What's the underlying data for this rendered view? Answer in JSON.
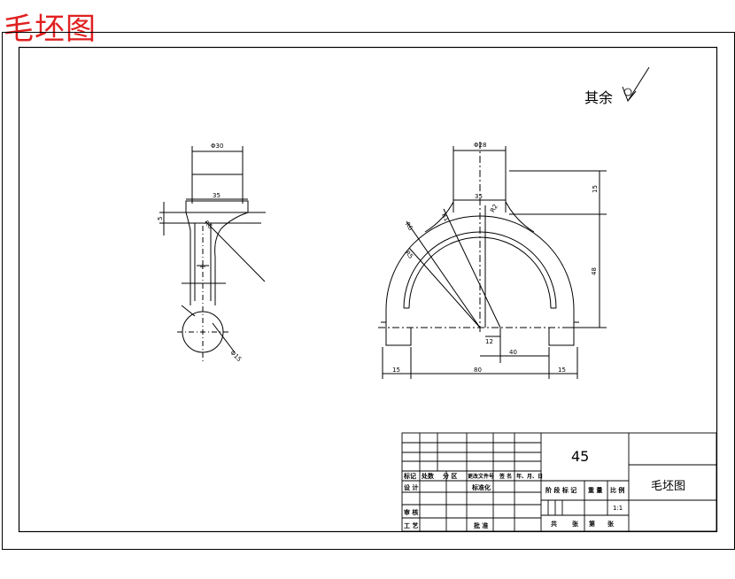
{
  "overlay_title": "毛坯图",
  "roughness_note": "其余",
  "left_view": {
    "dim_top": "Φ30",
    "dim_inner": "35",
    "dim_side": "5",
    "dim_radius": "R6",
    "dim_ball": "Φ15",
    "center_mark": "+"
  },
  "right_view": {
    "dim_top": "Φ28",
    "dim_inner": "35",
    "dim_r_outer": "R6",
    "dim_r_mid": "R5",
    "dim_r1": "R1",
    "dim_r2": "R2",
    "dim_right_top": "15",
    "dim_right_height": "48",
    "dim_offset": "12",
    "dim_half": "40",
    "dim_left": "15",
    "dim_total": "80",
    "dim_right": "15"
  },
  "title_block": {
    "material": "45",
    "drawing_name": "毛坯图",
    "scale": "1:1",
    "headers": [
      "标记",
      "处数",
      "分 区",
      "更改文件号",
      "签 名",
      "年、月、日"
    ],
    "design_label": "设 计",
    "standardization_label": "标准化",
    "stage_label": "阶 段 标 记",
    "weight_label": "重 量",
    "ratio_label": "比 例",
    "review_label": "审 核",
    "process_label": "工 艺",
    "approve_label": "批 准",
    "sheets_total_label": "共",
    "sheet_unit_label": "张",
    "sheet_no_label": "第",
    "sheet_unit2_label": "张"
  }
}
